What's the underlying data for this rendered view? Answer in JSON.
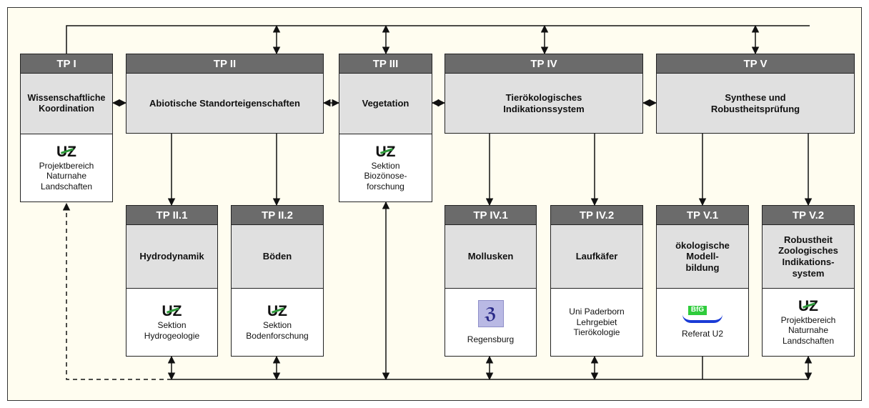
{
  "colors": {
    "header": "#6b6b6b",
    "body": "#e0e0e0",
    "background": "#fffdf0",
    "line": "#111111"
  },
  "tp1": {
    "label": "TP I",
    "title": "Wissenschaftliche\nKoordination",
    "institution": "Projektbereich\nNaturnahe\nLandschaften",
    "logo": "uz-logo"
  },
  "tp2": {
    "label": "TP II",
    "title": "Abiotische Standorteigenschaften"
  },
  "tp3": {
    "label": "TP III",
    "title": "Vegetation",
    "institution": "Sektion\nBiozönose-\nforschung",
    "logo": "uz-logo"
  },
  "tp4": {
    "label": "TP IV",
    "title": "Tierökologisches\nIndikationssystem"
  },
  "tp5": {
    "label": "TP V",
    "title": "Synthese und\nRobustheitsprüfung"
  },
  "tp21": {
    "label": "TP II.1",
    "title": "Hydrodynamik",
    "institution": "Sektion\nHydrogeologie",
    "logo": "uz-logo"
  },
  "tp22": {
    "label": "TP II.2",
    "title": "Böden",
    "institution": "Sektion\nBodenforschung",
    "logo": "uz-logo"
  },
  "tp41": {
    "label": "TP IV.1",
    "title": "Mollusken",
    "institution": "Regensburg",
    "logo": "ckn-logo"
  },
  "tp42": {
    "label": "TP IV.2",
    "title": "Laufkäfer",
    "institution": "Uni Paderborn\nLehrgebiet\nTierökologie"
  },
  "tp51": {
    "label": "TP V.1",
    "title": "ökologische\nModell-\nbildung",
    "institution": "Referat U2",
    "logo": "bfg-logo"
  },
  "tp52": {
    "label": "TP V.2",
    "title": "Robustheit\nZoologisches\nIndikations-\nsystem",
    "institution": "Projektbereich\nNaturnahe\nLandschaften",
    "logo": "uz-logo"
  }
}
